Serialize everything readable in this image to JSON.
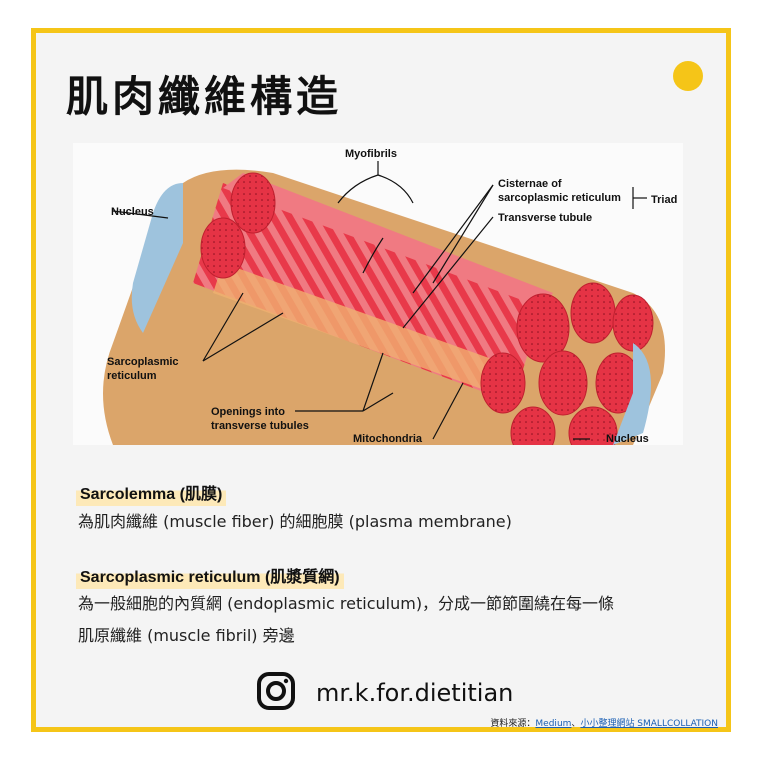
{
  "title": "肌肉纖維構造",
  "diagram": {
    "labels": {
      "myofibrils": "Myofibrils",
      "nucleus_top": "Nucleus",
      "cisternae_1": "Cisternae of",
      "cisternae_2": "sarcoplasmic reticulum",
      "triad": "Triad",
      "transverse_tubule": "Transverse tubule",
      "sarcoplasmic_1": "Sarcoplasmic",
      "sarcoplasmic_2": "reticulum",
      "openings_1": "Openings into",
      "openings_2": "transverse tubules",
      "mitochondria": "Mitochondria",
      "nucleus_bottom": "Nucleus"
    }
  },
  "sections": [
    {
      "term": "Sarcolemma (肌膜)",
      "description": "為肌肉纖維 (muscle fiber) 的細胞膜 (plasma membrane)"
    },
    {
      "term": "Sarcoplasmic reticulum (肌漿質網)",
      "description_line1": "為一般細胞的內質網 (endoplasmic reticulum)，分成一節節圍繞在每一條",
      "description_line2": "肌原纖維 (muscle fibril) 旁邊"
    }
  ],
  "footer": {
    "handle": "mr.k.for.dietitian",
    "source_prefix": "資料來源：",
    "source_link1": "Medium",
    "source_sep": "、",
    "source_link2": "小小整理網站 SMALLCOLLATION"
  },
  "colors": {
    "accent": "#f5c518",
    "muscle_red": "#e8394a",
    "highlight": "#fde9b8"
  }
}
